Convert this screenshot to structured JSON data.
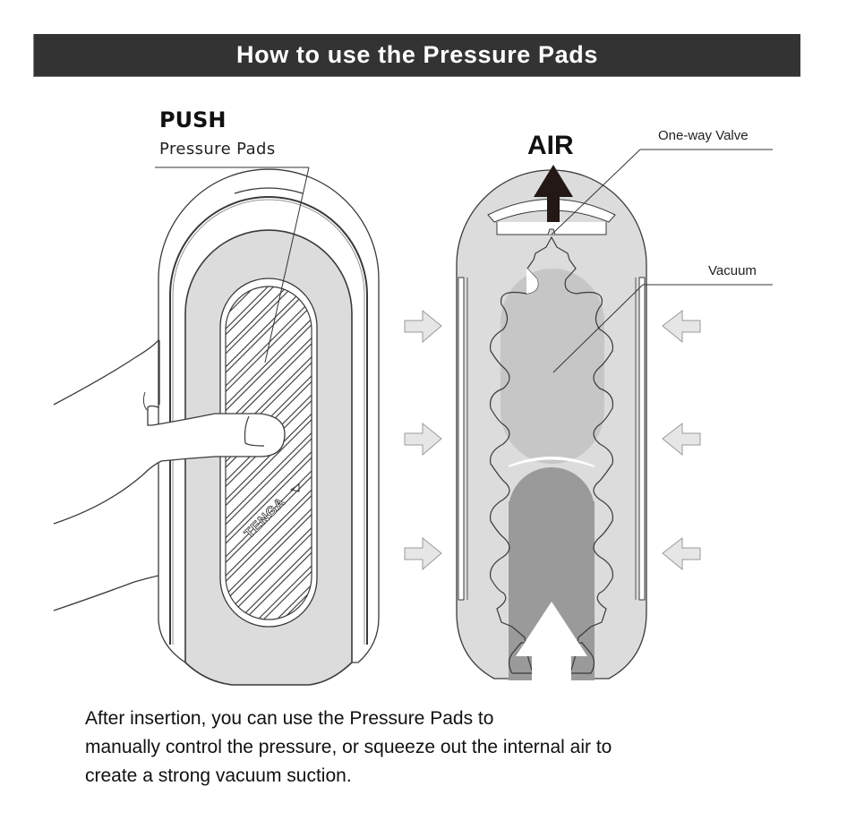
{
  "header": {
    "title": "How to use the Pressure Pads"
  },
  "labels": {
    "push": "PUSH",
    "pressure_pads": "Pressure Pads",
    "air": "AIR",
    "one_way_valve": "One-way Valve",
    "vacuum": "Vacuum",
    "brand": "TENGA"
  },
  "caption": {
    "lines": [
      "After insertion, you can use the Pressure Pads to",
      "manually control the pressure, or squeeze out the internal air to",
      "create a strong vacuum suction."
    ]
  },
  "colors": {
    "header_bg": "#333333",
    "header_text": "#ffffff",
    "body_fill": "#dcdcdc",
    "vacuum_fill": "#c8c8c8",
    "insert_fill": "#9a9a9a",
    "outline": "#3a3a3a",
    "arrow_fill": "#e6e6e6",
    "air_arrow": "#231815"
  }
}
